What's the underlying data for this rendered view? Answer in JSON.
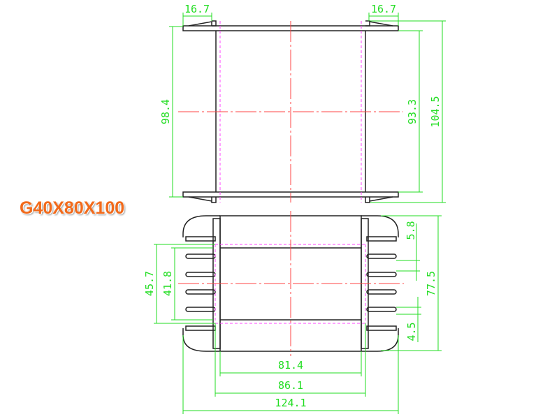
{
  "title": "G40X80X100",
  "colors": {
    "outline": "#222222",
    "dimension": "#22dd22",
    "centerline": "#ff4444",
    "hidden": "#ff44ff",
    "title": "#f26a1b"
  },
  "top_view": {
    "dims": {
      "flange_left": "16.7",
      "flange_right": "16.7",
      "height_outer_left": "98.4",
      "height_inner": "93.3",
      "height_total": "104.5"
    }
  },
  "bottom_view": {
    "dims": {
      "core_width": "81.4",
      "winding_width": "86.1",
      "total_width": "124.1",
      "window_outer": "45.7",
      "window_inner": "41.8",
      "total_height": "77.5",
      "slot_pitch": "5.8",
      "slot_width": "4.5"
    }
  }
}
